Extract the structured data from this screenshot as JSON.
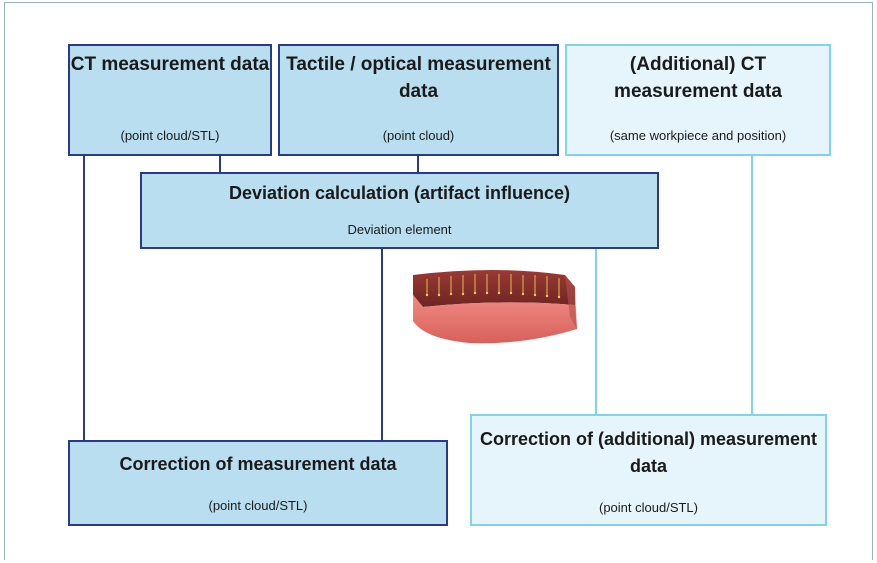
{
  "boxes": {
    "ct_data": {
      "title": "CT measurement data",
      "subtitle": "(point cloud/STL)"
    },
    "tactile_data": {
      "title": "Tactile / optical measurement data",
      "subtitle": "(point cloud)"
    },
    "additional_ct": {
      "title": "(Additional) CT measurement data",
      "subtitle": "(same workpiece and position)"
    },
    "deviation": {
      "title": "Deviation calculation (artifact influence)",
      "subtitle": "Deviation element"
    },
    "correction": {
      "title": "Correction of measurement data",
      "subtitle": "(point cloud/STL)"
    },
    "correction_additional": {
      "title": "Correction of (additional) measurement data",
      "subtitle": "(point cloud/STL)"
    }
  },
  "colors": {
    "primary_border": "#2b3a86",
    "primary_fill": "#b9def0",
    "secondary_border": "#7fd3ee",
    "secondary_fill": "#e6f5fb",
    "workpiece": "#e8706c"
  }
}
